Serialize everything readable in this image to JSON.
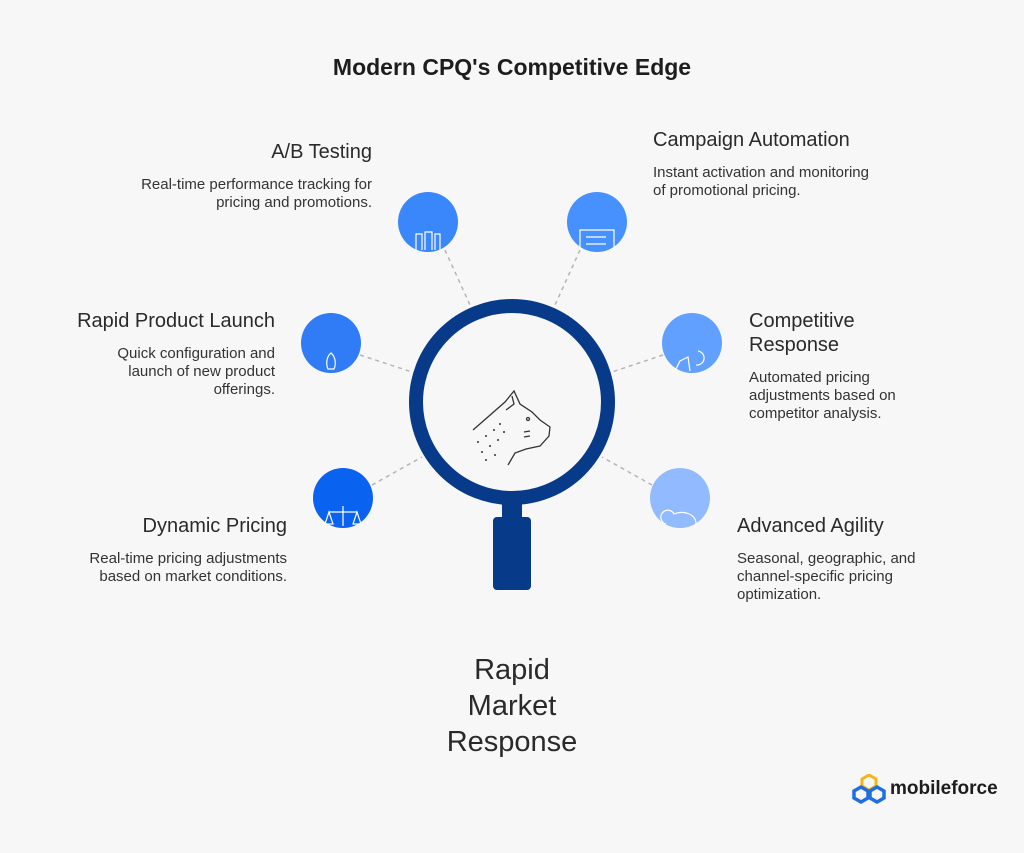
{
  "title": "Modern CPQ's Competitive Edge",
  "center": {
    "label_lines": [
      "Rapid",
      "Market",
      "Response"
    ]
  },
  "features": [
    {
      "title": "A/B Testing",
      "description": "Real-time performance tracking for pricing and promotions.",
      "icon": "test-tubes-icon",
      "color": "#3a86fb"
    },
    {
      "title": "Campaign Automation",
      "description": "Instant activation and monitoring of promotional pricing.",
      "icon": "sliders-screen-icon",
      "color": "#4791ff"
    },
    {
      "title": "Rapid Product Launch",
      "description": "Quick configuration and launch of new product offerings.",
      "icon": "rocket-icon",
      "color": "#2f7cf6"
    },
    {
      "title": "Competitive Response",
      "description": "Automated pricing adjustments based on competitor analysis.",
      "icon": "competitor-icon",
      "color": "#62a0ff"
    },
    {
      "title": "Dynamic Pricing",
      "description": "Real-time pricing adjustments based on market conditions.",
      "icon": "scales-icon",
      "color": "#0a63f0"
    },
    {
      "title": "Advanced Agility",
      "description": "Seasonal, geographic, and channel-specific pricing optimization.",
      "icon": "chameleon-icon",
      "color": "#92bbff"
    }
  ],
  "brand": {
    "name": "mobileforce",
    "ring_color": "#073b8a"
  }
}
